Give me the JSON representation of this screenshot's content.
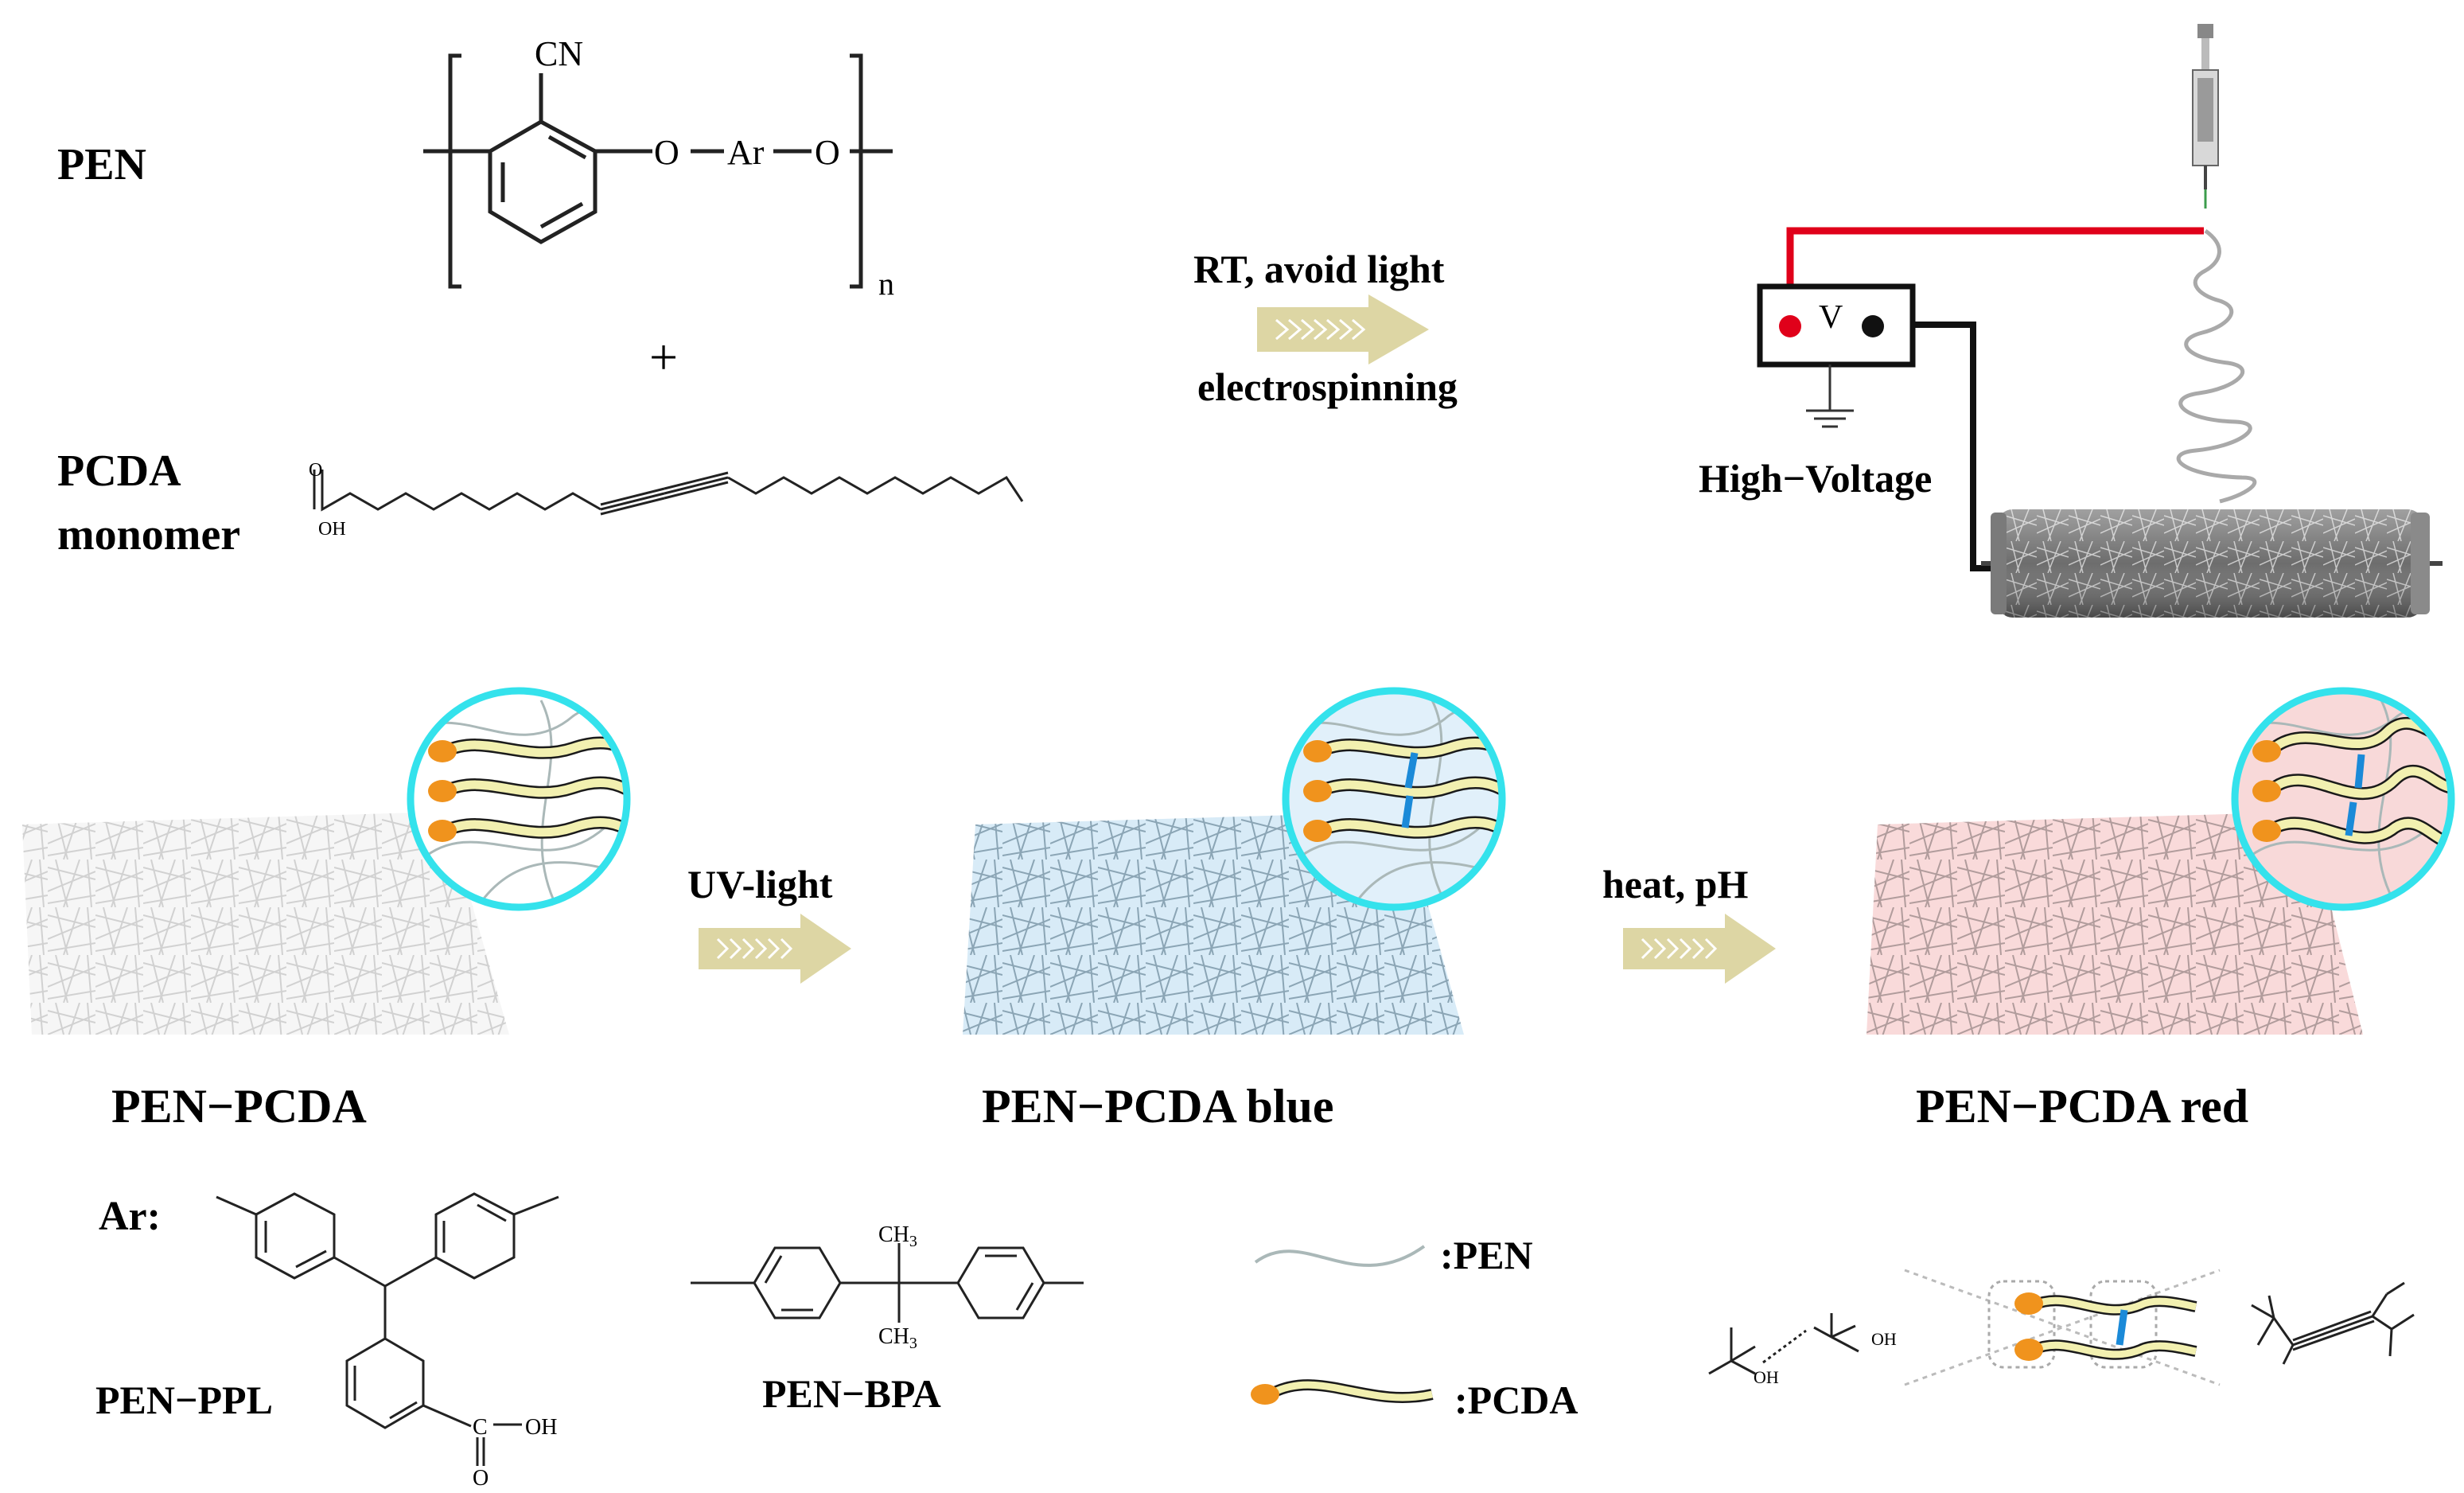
{
  "labels": {
    "pen": "PEN",
    "pcda_line1": "PCDA",
    "pcda_line2": "monomer",
    "cn": "CN",
    "o_left": "O",
    "ar": "Ar",
    "o_right": "O",
    "n_sub": "n",
    "plus": "+",
    "oh_pcda": "OH",
    "o_pcda": "O",
    "process_top": "RT,  avoid light",
    "process_bottom": "electrospinning",
    "voltage_symbol": "V",
    "high_voltage": "High−Voltage",
    "uv_light": "UV-light",
    "heat_ph": "heat, pH",
    "stage1": "PEN−PCDA",
    "stage2": "PEN−PCDA blue",
    "stage3": "PEN−PCDA red",
    "ar_label": "Ar:",
    "pen_ppl": "PEN−PPL",
    "pen_bpa": "PEN−BPA",
    "ch3_top": "CH",
    "ch3_bottom": "CH",
    "three": "3",
    "cooh_c": "C",
    "cooh_oh": "OH",
    "cooh_o": "O",
    "legend_pen": ":PEN",
    "legend_pcda": ":PCDA",
    "h_bond_oh1": "OH",
    "h_bond_oh2": "OH"
  },
  "colors": {
    "circle_border": "#34e2ec",
    "arrow": "#ddd6a4",
    "pcda_tail": "#f2f0b0",
    "pcda_head": "#f0931d",
    "crosslink": "#1b8ad8",
    "mat_white": "#e8e8e8",
    "mat_blue": "#bfe0f2",
    "mat_red": "#f4c7c7",
    "wire_red": "#e0001a",
    "pen_chain": "#aab8b8"
  }
}
